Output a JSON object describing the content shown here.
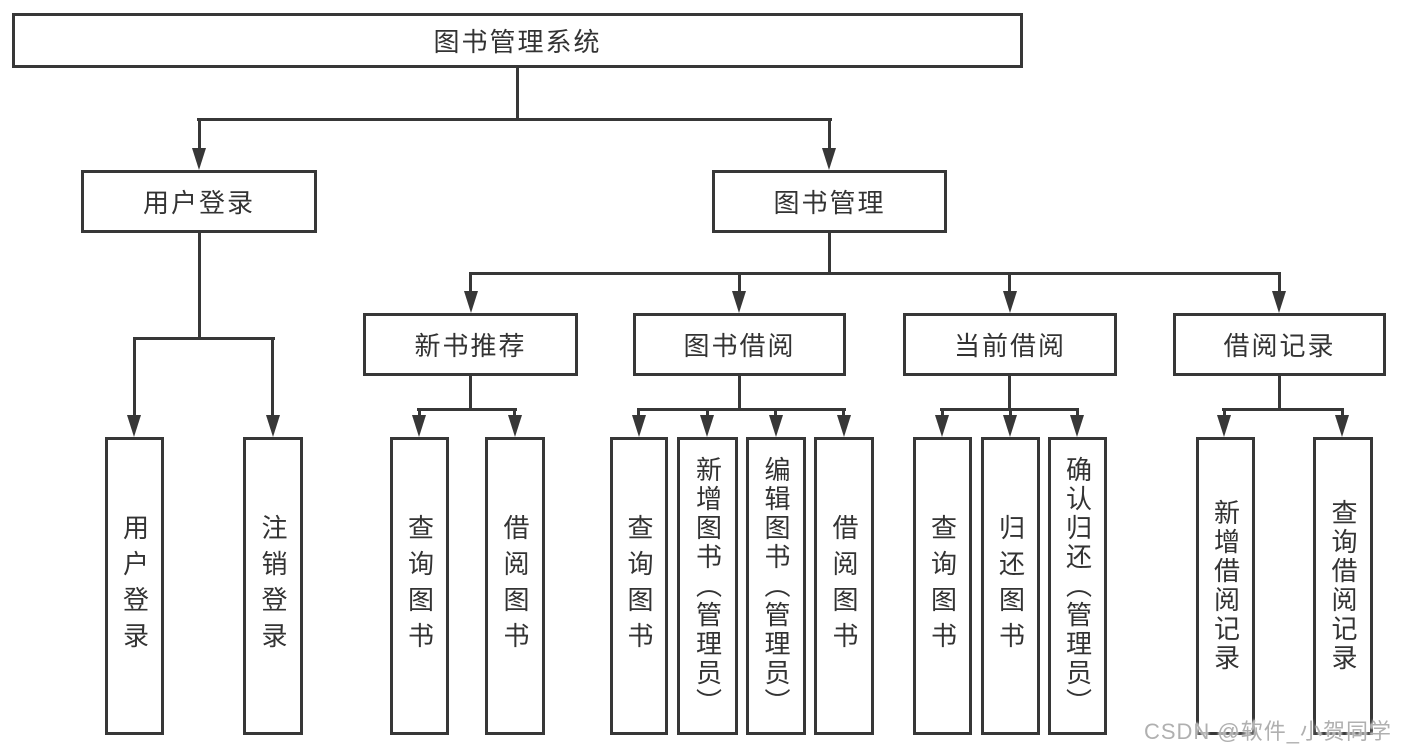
{
  "colors": {
    "line": "#373737",
    "text": "#333333",
    "background": "#ffffff",
    "watermark": "#b0b0b0"
  },
  "watermark": "CSDN @软件_小贺同学",
  "tree": {
    "root": {
      "label": "图书管理系统"
    },
    "branches": [
      {
        "label": "用户登录",
        "children": [
          {
            "label": "用户登录"
          },
          {
            "label": "注销登录"
          }
        ]
      },
      {
        "label": "图书管理",
        "groups": [
          {
            "label": "新书推荐",
            "children": [
              {
                "label": "查询图书"
              },
              {
                "label": "借阅图书"
              }
            ]
          },
          {
            "label": "图书借阅",
            "children": [
              {
                "label": "查询图书"
              },
              {
                "label": "新增图书（管理员）"
              },
              {
                "label": "编辑图书（管理员）"
              },
              {
                "label": "借阅图书"
              }
            ]
          },
          {
            "label": "当前借阅",
            "children": [
              {
                "label": "查询图书"
              },
              {
                "label": "归还图书"
              },
              {
                "label": "确认归还（管理员）"
              }
            ]
          },
          {
            "label": "借阅记录",
            "children": [
              {
                "label": "新增借阅记录"
              },
              {
                "label": "查询借阅记录"
              }
            ]
          }
        ]
      }
    ]
  }
}
